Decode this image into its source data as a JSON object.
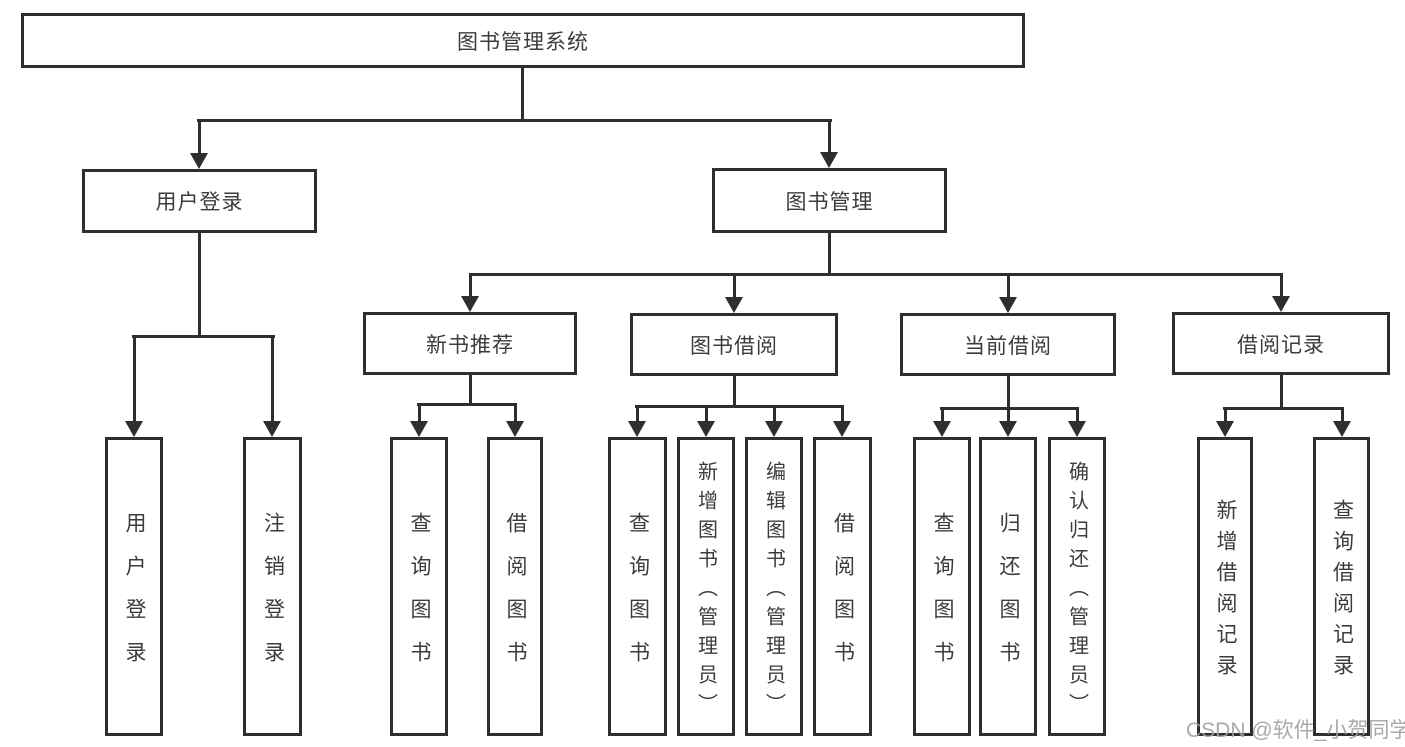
{
  "diagram": {
    "root": {
      "label": "图书管理系统"
    },
    "level2": [
      {
        "label": "用户登录"
      },
      {
        "label": "图书管理"
      }
    ],
    "level3": [
      {
        "label": "新书推荐"
      },
      {
        "label": "图书借阅"
      },
      {
        "label": "当前借阅"
      },
      {
        "label": "借阅记录"
      }
    ],
    "leaves": {
      "user_login": [
        "用户登录",
        "注销登录"
      ],
      "new_books": [
        "查询图书",
        "借阅图书"
      ],
      "book_borrow": [
        "查询图书",
        "新增图书（管理员）",
        "编辑图书（管理员）",
        "借阅图书"
      ],
      "current_borrow": [
        "查询图书",
        "归还图书",
        "确认归还（管理员）"
      ],
      "borrow_records": [
        "新增借阅记录",
        "查询借阅记录"
      ]
    },
    "colors": {
      "line": "#2e2e2e",
      "text": "#3c3c3c",
      "background": "#ffffff",
      "watermark": "#a0a0a0"
    }
  },
  "watermark": {
    "text": "CSDN @软件_小贺同学"
  }
}
